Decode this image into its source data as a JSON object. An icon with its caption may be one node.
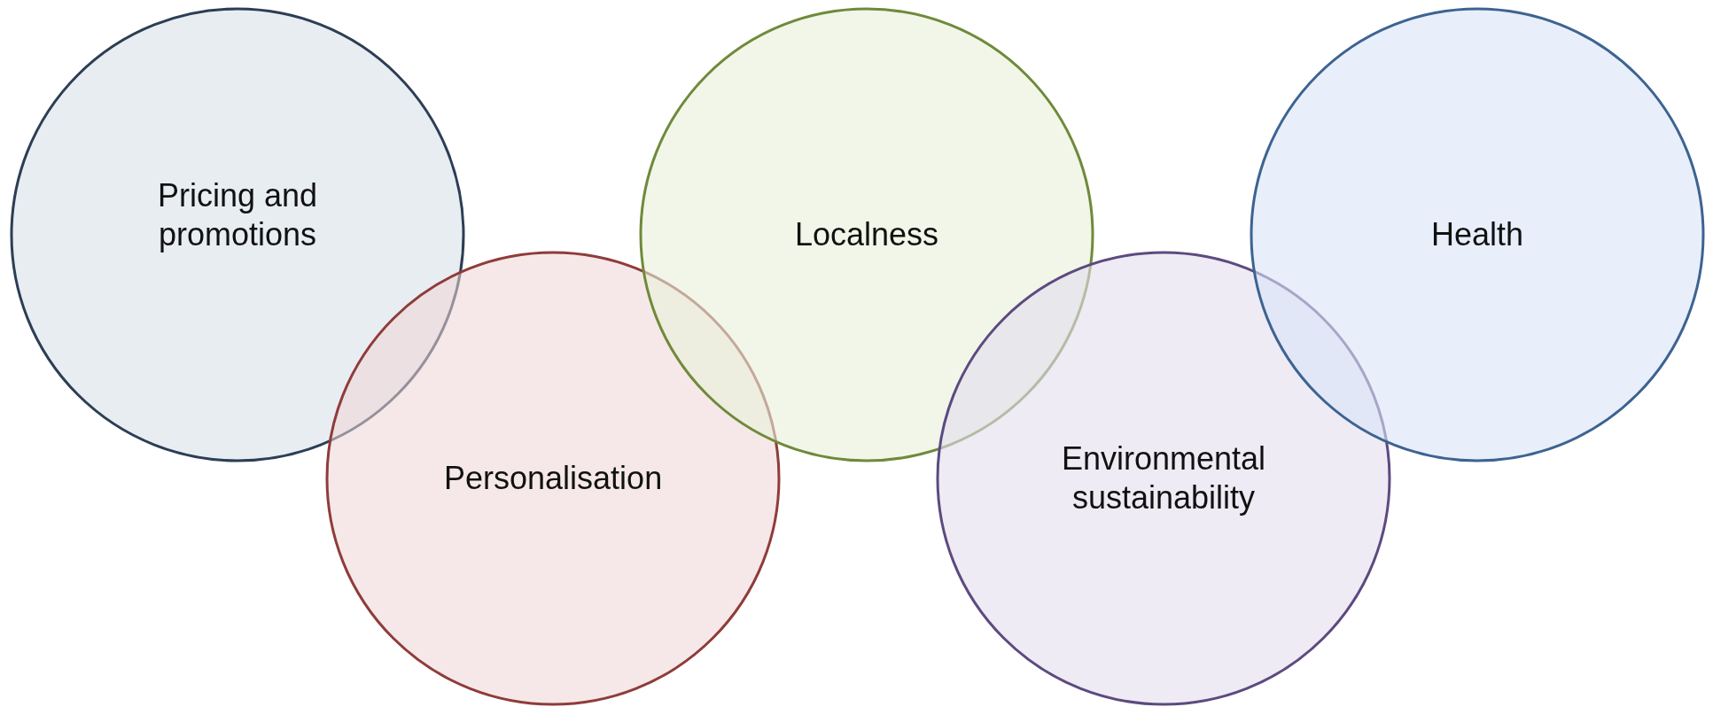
{
  "diagram": {
    "nodes": [
      {
        "text": [
          "Pricing and promotions"
        ]
      },
      {
        "text": [
          "Personalisation"
        ]
      },
      {
        "text": [
          "Localness"
        ]
      },
      {
        "text": [
          "Environmental sustainability"
        ]
      },
      {
        "text": [
          "Health"
        ]
      }
    ]
  }
}
